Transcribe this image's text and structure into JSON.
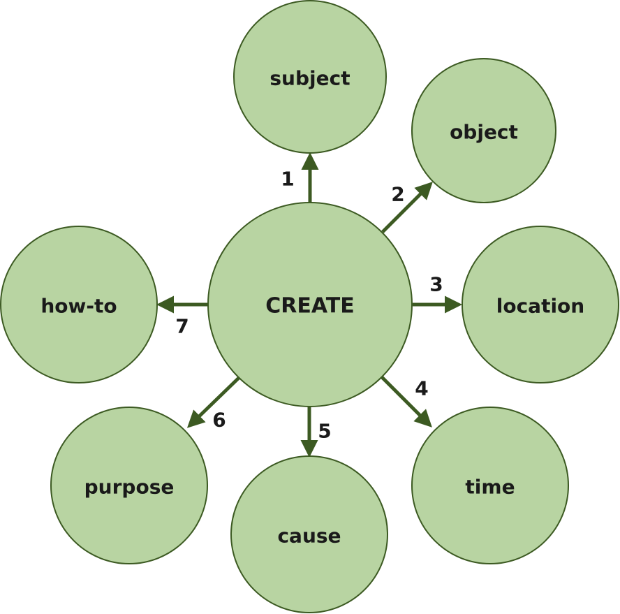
{
  "center": {
    "label": "CREATE"
  },
  "nodes": [
    {
      "key": "subject",
      "label": "subject",
      "step": "1"
    },
    {
      "key": "object",
      "label": "object",
      "step": "2"
    },
    {
      "key": "location",
      "label": "location",
      "step": "3"
    },
    {
      "key": "time",
      "label": "time",
      "step": "4"
    },
    {
      "key": "cause",
      "label": "cause",
      "step": "5"
    },
    {
      "key": "purpose",
      "label": "purpose",
      "step": "6"
    },
    {
      "key": "how-to",
      "label": "how-to",
      "step": "7"
    }
  ],
  "colors": {
    "fill": "#b8d4a2",
    "stroke": "#3c5a22",
    "arrow": "#3c5a22",
    "text": "#1a1a1a"
  }
}
